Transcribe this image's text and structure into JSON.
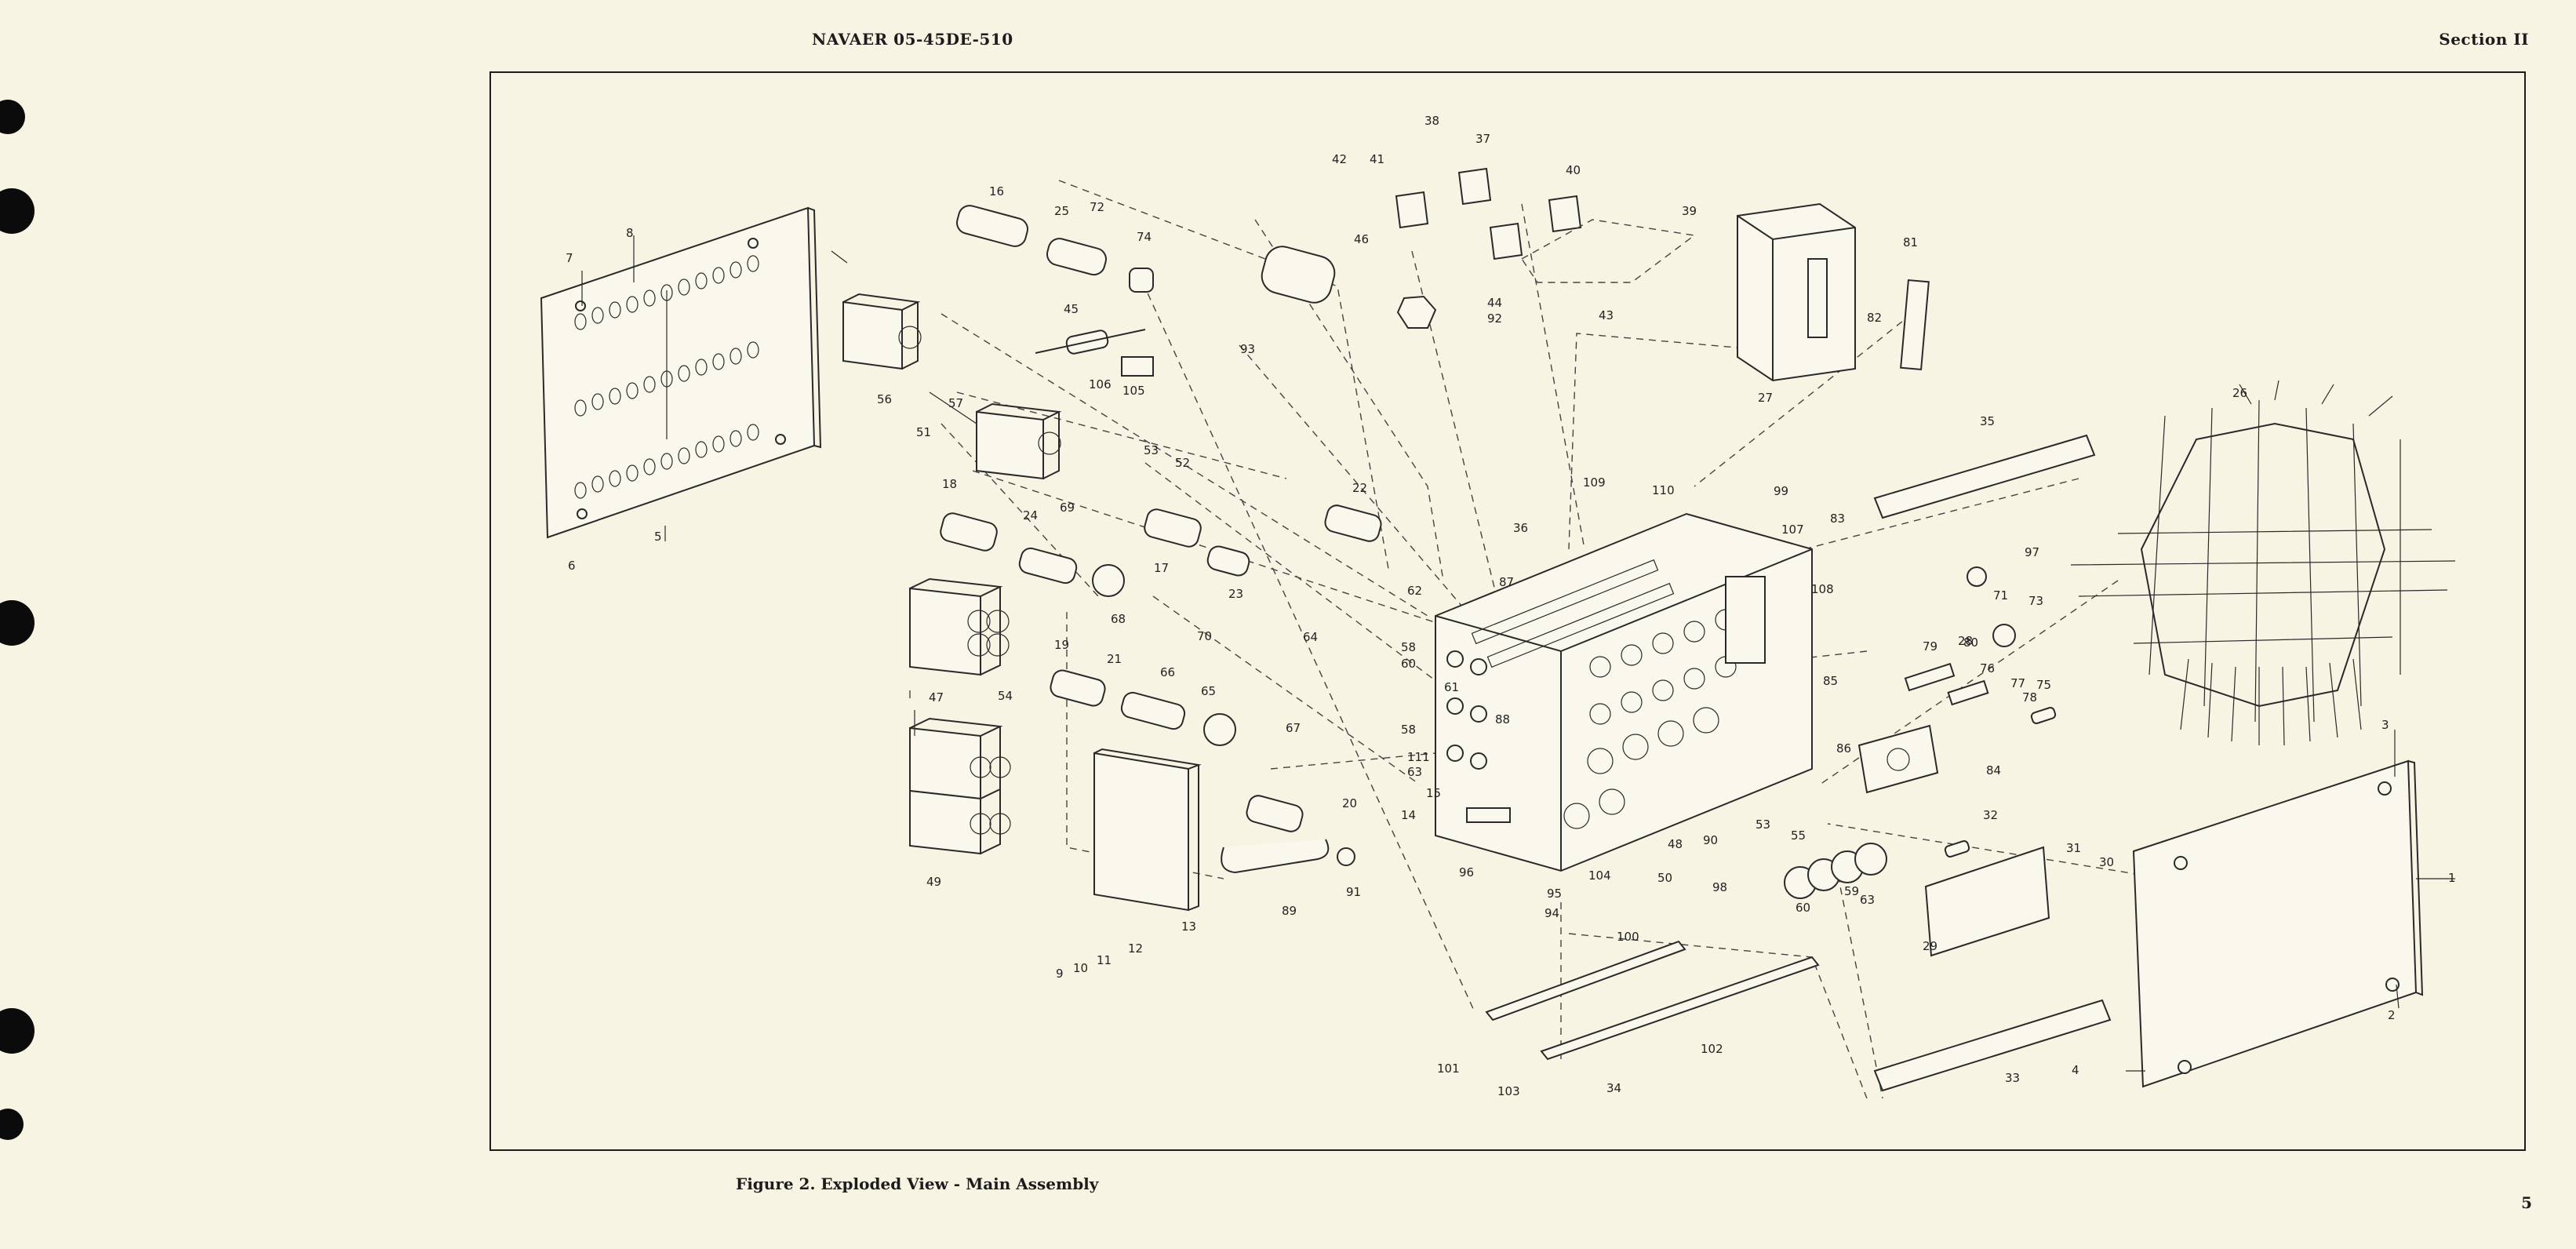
{
  "header": {
    "doc_id": "NAVAER 05-45DE-510",
    "section": "Section II"
  },
  "figure": {
    "caption": "Figure 2. Exploded View - Main Assembly",
    "callouts": [
      "1",
      "2",
      "3",
      "4",
      "5",
      "6",
      "7",
      "8",
      "9",
      "10",
      "11",
      "12",
      "13",
      "14",
      "15",
      "16",
      "17",
      "18",
      "19",
      "20",
      "21",
      "22",
      "23",
      "24",
      "25",
      "26",
      "27",
      "28",
      "29",
      "30",
      "31",
      "32",
      "33",
      "34",
      "35",
      "36",
      "37",
      "38",
      "39",
      "40",
      "41",
      "42",
      "43",
      "44",
      "45",
      "46",
      "47",
      "48",
      "49",
      "50",
      "51",
      "52",
      "53",
      "53",
      "54",
      "55",
      "56",
      "57",
      "58",
      "58",
      "59",
      "60",
      "60",
      "61",
      "62",
      "63",
      "63",
      "64",
      "65",
      "66",
      "67",
      "68",
      "69",
      "70",
      "71",
      "72",
      "73",
      "74",
      "75",
      "76",
      "77",
      "78",
      "79",
      "80",
      "81",
      "82",
      "83",
      "84",
      "85",
      "86",
      "87",
      "88",
      "89",
      "90",
      "91",
      "92",
      "93",
      "94",
      "95",
      "96",
      "97",
      "98",
      "99",
      "100",
      "101",
      "102",
      "103",
      "104",
      "105",
      "106",
      "107",
      "108",
      "109",
      "110",
      "111"
    ]
  },
  "footer": {
    "page_number": "5"
  }
}
